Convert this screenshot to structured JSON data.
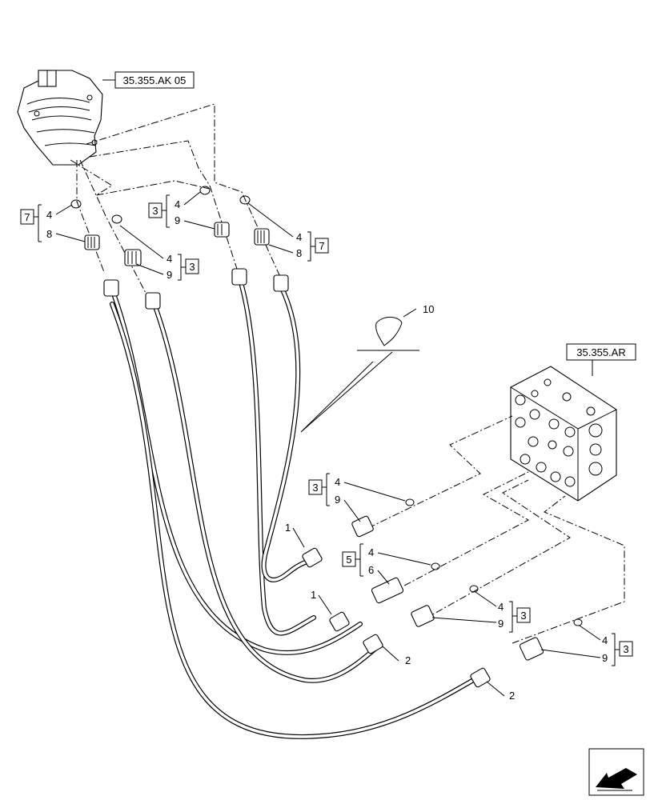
{
  "references": {
    "top_left": "35.355.AK 05",
    "right": "35.355.AR"
  },
  "callouts": {
    "c1_box": "7",
    "c1_a": "4",
    "c1_b": "8",
    "c2_box": "3",
    "c2_a": "4",
    "c2_b": "9",
    "c3_box": "3",
    "c3_a": "4",
    "c3_b": "9",
    "c4_box": "7",
    "c4_a": "4",
    "c4_b": "8",
    "c5_box": "3",
    "c5_a": "4",
    "c5_b": "9",
    "c6_box": "5",
    "c6_a": "4",
    "c6_b": "6",
    "c7_box": "3",
    "c7_a": "4",
    "c7_b": "9",
    "c8_box": "3",
    "c8_a": "4",
    "c8_b": "9"
  },
  "part_labels": {
    "p10": "10",
    "hose1_upper": "1",
    "hose1_lower": "1",
    "hose2_upper": "2",
    "hose2_lower": "2"
  },
  "icons": {
    "nav": "next-page-arrow-icon"
  }
}
